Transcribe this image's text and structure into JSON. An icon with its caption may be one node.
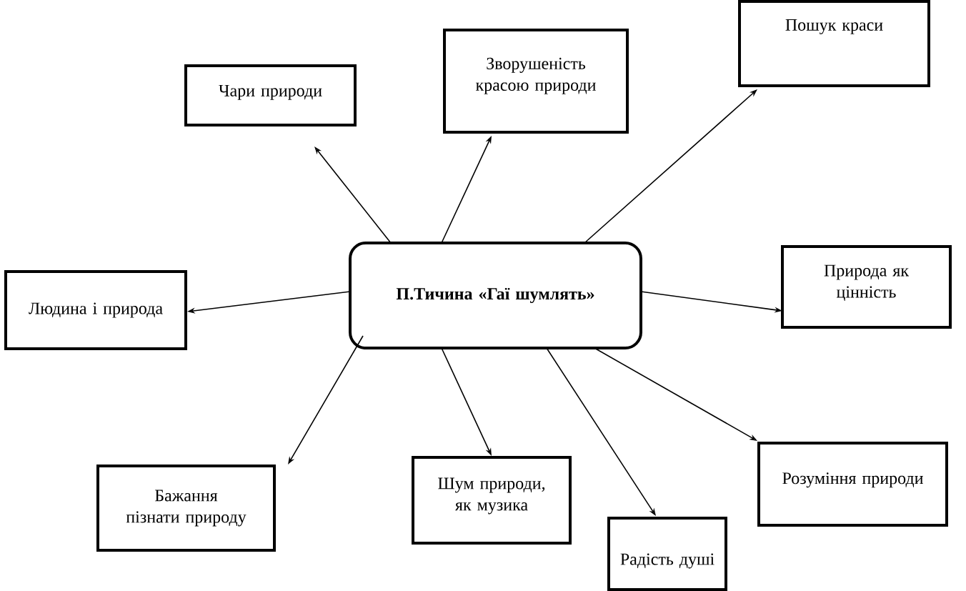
{
  "diagram": {
    "nodes": [
      {
        "text": [
          "П.Тичина «Гаї шумлять»"
        ]
      },
      {
        "text": [
          "Чари природи"
        ]
      },
      {
        "text": [
          "Зворушеність красою природи"
        ]
      },
      {
        "text": [
          "Пошук краси"
        ]
      },
      {
        "text": [
          "Природа як цінність"
        ]
      },
      {
        "text": [
          "Людина і природа"
        ]
      },
      {
        "text": [
          "Бажання пізнати природу"
        ]
      },
      {
        "text": [
          "Шум природи, як музика"
        ]
      },
      {
        "text": [
          "Радість душі"
        ]
      },
      {
        "text": [
          "Розуміння природи"
        ]
      }
    ],
    "edges": [
      {
        "from": 0,
        "to": 1,
        "arrow": "to"
      },
      {
        "from": 0,
        "to": 2,
        "arrow": "to"
      },
      {
        "from": 0,
        "to": 3,
        "arrow": "to"
      },
      {
        "from": 0,
        "to": 4,
        "arrow": "to"
      },
      {
        "from": 0,
        "to": 5,
        "arrow": "to"
      },
      {
        "from": 0,
        "to": 6,
        "arrow": "to"
      },
      {
        "from": 0,
        "to": 7,
        "arrow": "to"
      },
      {
        "from": 0,
        "to": 8,
        "arrow": "to"
      },
      {
        "from": 0,
        "to": 9,
        "arrow": "to"
      }
    ]
  }
}
